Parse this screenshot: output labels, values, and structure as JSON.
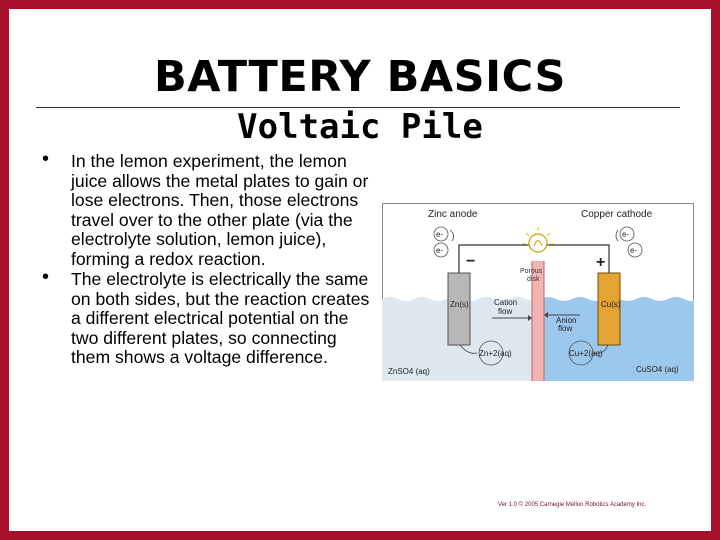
{
  "slide": {
    "title": "BATTERY BASICS",
    "subtitle": "Voltaic Pile",
    "bullets": [
      "In the lemon experiment, the lemon juice allows the metal plates to gain or lose electrons. Then, those electrons travel over to the other plate (via the electrolyte solution, lemon juice), forming a redox reaction.",
      "The electrolyte is electrically the same on both sides, but the reaction creates a different electrical potential on the two different plates, so connecting them shows a voltage difference."
    ],
    "footer": "Ver 1.0 © 2005 Carnegie Mellon Robotics Academy Inc."
  },
  "diagram": {
    "zinc_anode": "Zinc anode",
    "copper_cathode": "Copper cathode",
    "electron": "e-",
    "minus": "−",
    "plus": "+",
    "porous_disk_line1": "Porous",
    "porous_disk_line2": "disk",
    "zn_electrode": "Zn(s)",
    "cu_electrode": "Cu(s)",
    "cation_flow_line1": "Cation",
    "cation_flow_line2": "flow",
    "anion_flow_line1": "Anion",
    "anion_flow_line2": "flow",
    "zn_ion": "Zn+2(aq)",
    "cu_ion": "Cu+2(aq)",
    "znso4": "ZnSO4 (aq)",
    "cuso4": "CuSO4 (aq)"
  },
  "colors": {
    "frame": "#a8102b",
    "left_solution": "#dfe7ef",
    "right_solution": "#9cc8ee",
    "copper": "#e3a431",
    "zinc": "#b8b8b8",
    "porous_disk": "#f2b3b3"
  }
}
